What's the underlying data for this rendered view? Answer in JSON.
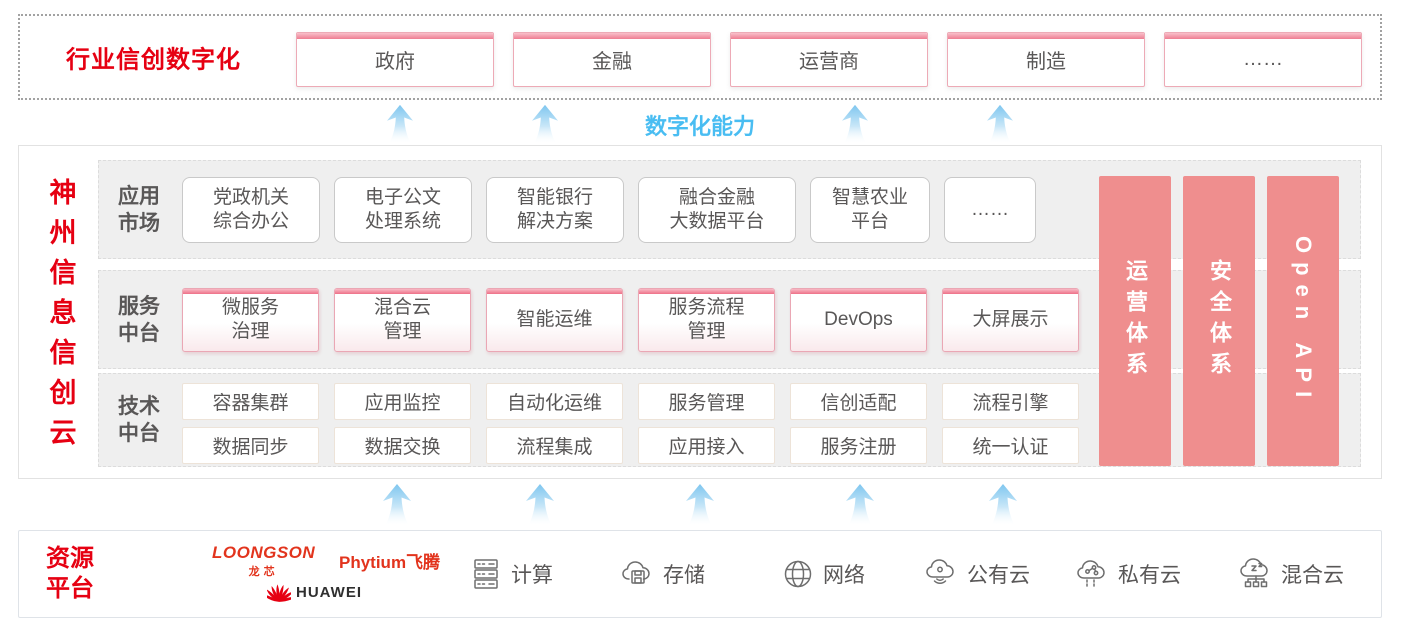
{
  "colors": {
    "brand_red": "#e60012",
    "pink_bar": "#ef8e8e",
    "capability_blue": "#49bdf2",
    "text_gray": "#595757"
  },
  "top_banner": {
    "title": "行业信创数字化",
    "items": [
      "政府",
      "金融",
      "运营商",
      "制造",
      "……"
    ]
  },
  "capability_label": "数字化能力",
  "platform": {
    "vertical_title": "神州信息信创云",
    "rows": [
      {
        "label": "应用\n市场",
        "items": [
          "党政机关\n综合办公",
          "电子公文\n处理系统",
          "智能银行\n解决方案",
          "融合金融\n大数据平台",
          "智慧农业\n平台",
          "……"
        ]
      },
      {
        "label": "服务\n中台",
        "items": [
          "微服务\n治理",
          "混合云\n管理",
          "智能运维",
          "服务流程\n管理",
          "DevOps",
          "大屏展示"
        ]
      },
      {
        "label": "技术\n中台",
        "items_top": [
          "容器集群",
          "应用监控",
          "自动化运维",
          "服务管理",
          "信创适配",
          "流程引擎"
        ],
        "items_bottom": [
          "数据同步",
          "数据交换",
          "流程集成",
          "应用接入",
          "服务注册",
          "统一认证"
        ]
      }
    ],
    "side_bars": [
      "运营体系",
      "安全体系",
      "Open API"
    ]
  },
  "resource_platform": {
    "label": "资源\n平台",
    "vendors": {
      "loongson_en": "LOONGSON",
      "loongson_cn": "龙芯",
      "phytium": "Phytium飞腾",
      "huawei": "HUAWEI"
    },
    "resources": [
      {
        "icon": "compute-server-icon",
        "label": "计算"
      },
      {
        "icon": "storage-cloud-icon",
        "label": "存储"
      },
      {
        "icon": "network-globe-icon",
        "label": "网络"
      },
      {
        "icon": "public-cloud-icon",
        "label": "公有云"
      },
      {
        "icon": "private-cloud-icon",
        "label": "私有云"
      },
      {
        "icon": "hybrid-cloud-icon",
        "label": "混合云"
      }
    ]
  }
}
